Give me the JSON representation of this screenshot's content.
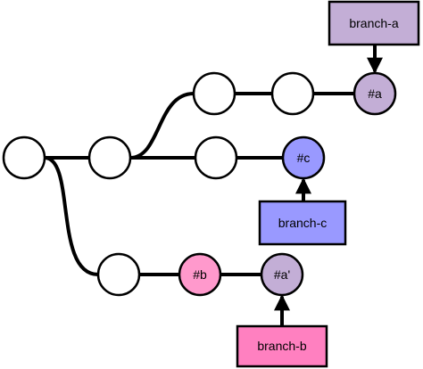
{
  "colors": {
    "stroke": "#000000",
    "plain_node": "#ffffff",
    "branch_a": "#c3aed6",
    "branch_c": "#9999ff",
    "branch_b_node": "#ff99cc",
    "branch_b_box": "#ff80c0",
    "a_prime_node": "#c3aed6"
  },
  "nodes": {
    "root": "",
    "n2": "",
    "top1": "",
    "top2": "",
    "a": "#a",
    "mid1": "",
    "c": "#c",
    "low1": "",
    "b": "#b",
    "a_prime": "#a'"
  },
  "branches": {
    "a": "branch-a",
    "c": "branch-c",
    "b": "branch-b"
  }
}
